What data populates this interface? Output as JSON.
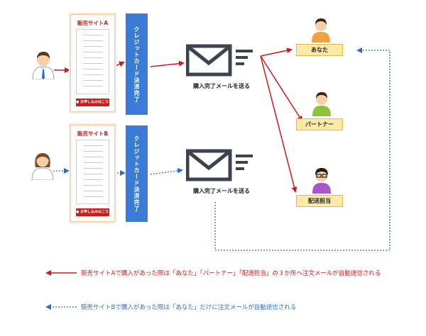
{
  "site_a": {
    "title": "販売サイトA",
    "button": "お申し込みはこちら"
  },
  "site_b": {
    "title": "販売サイトB",
    "button": "お申し込みはこちら"
  },
  "payment": {
    "label": "クレジットカード決済完了"
  },
  "mail": {
    "caption": "購入完了メールを送る"
  },
  "recipients": {
    "you": "あなた",
    "partner": "パートナー",
    "delivery": "配送担当"
  },
  "legend": {
    "red": "販売サイトAで購入があった際は「あなた」「パートナー」「配送担当」の３か所へ注文メールが自動送信される",
    "blue": "販売サイトBで購入があった際は「あなた」だけに注文メールが自動送信される"
  },
  "colors": {
    "red": "#d11919",
    "blue": "#2f6ec7",
    "payment": "#3a7bd5",
    "role_fill": "#ffe9a6"
  },
  "icons": [
    "person-male-icon",
    "person-female-icon",
    "envelope-icon",
    "checkmark-circle-icon"
  ]
}
